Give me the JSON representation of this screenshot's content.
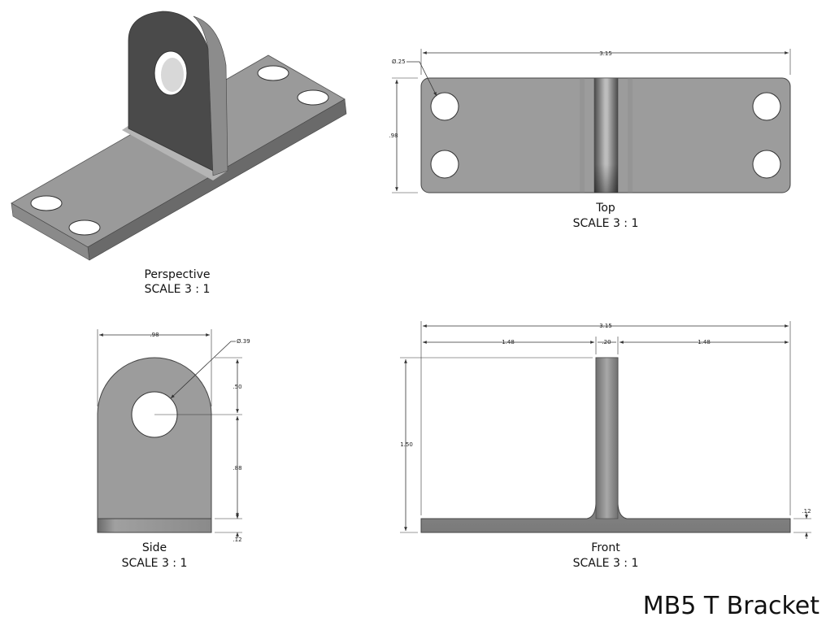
{
  "title": "MB5 T Bracket",
  "views": {
    "perspective": {
      "name": "Perspective",
      "scale": "SCALE 3 : 1"
    },
    "top": {
      "name": "Top",
      "scale": "SCALE 3 : 1"
    },
    "side": {
      "name": "Side",
      "scale": "SCALE 3 : 1"
    },
    "front": {
      "name": "Front",
      "scale": "SCALE 3 : 1"
    }
  },
  "dimensions": {
    "top_length": "3.15",
    "top_width": ".98",
    "top_hole_dia": "Ø.25",
    "side_width": ".98",
    "side_hole_dia": "Ø.39",
    "side_top_to_hole": ".50",
    "side_hole_to_base": ".88",
    "side_base_thickness": ".12",
    "front_length": "3.15",
    "front_left": "1.48",
    "front_web": ".20",
    "front_right": "1.48",
    "front_height": "1.50",
    "front_base_thickness": ".12"
  }
}
